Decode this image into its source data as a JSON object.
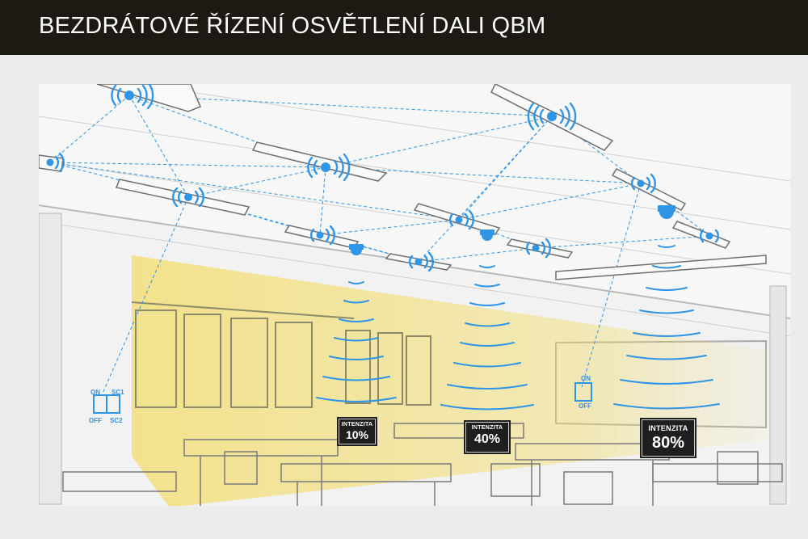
{
  "header": {
    "title": "BEZDRÁTOVÉ ŘÍZENÍ OSVĚTLENÍ DALI QBM"
  },
  "colors": {
    "header_bg": "#1d1913",
    "accent_blue": "#2f95e6",
    "daylight_yellow": "#f3dc6a"
  },
  "badges": [
    {
      "label": "INTENZITA",
      "value": "10%"
    },
    {
      "label": "INTENZITA",
      "value": "40%"
    },
    {
      "label": "INTENZITA",
      "value": "80%"
    }
  ],
  "switch_left": {
    "on": "ON",
    "off": "OFF",
    "sc1": "SC1",
    "sc2": "SC2"
  },
  "switch_right": {
    "on": "ON",
    "off": "OFF"
  }
}
